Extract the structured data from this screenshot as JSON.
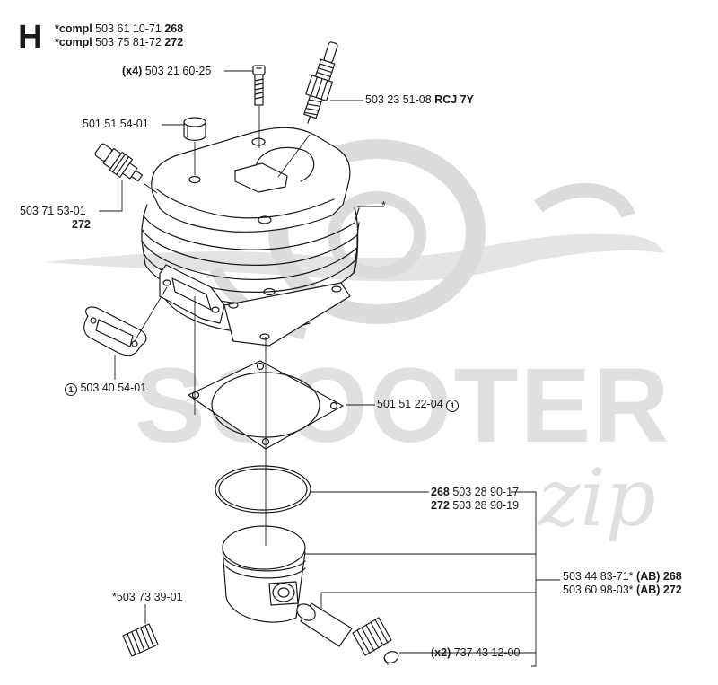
{
  "section": {
    "letter": "H"
  },
  "header": {
    "line1": {
      "prefix": "*compl",
      "number": "503 61 10-71",
      "model": "268"
    },
    "line2": {
      "prefix": "*compl",
      "number": "503 75 81-72",
      "model": "272"
    }
  },
  "watermark": {
    "text": "SCOOTER",
    "script": "zip",
    "color": "#d9d9d9"
  },
  "parts": {
    "screw": {
      "qty": "(x4)",
      "number": "503 21 60-25"
    },
    "spark_plug": {
      "number": "503 23 51-08",
      "type": "RCJ 7Y"
    },
    "plug_cap": {
      "number": "501 51 54-01"
    },
    "decomp_valve": {
      "number": "503 71 53-01",
      "model": "272"
    },
    "cylinder": {
      "mark": "*"
    },
    "exhaust_gasket": {
      "symbol": "1",
      "number": "503 40 54-01"
    },
    "base_gasket": {
      "number": "501 51 22-04",
      "symbol": "1"
    },
    "piston_ring": {
      "line1": {
        "model": "268",
        "number": "503 28 90-17"
      },
      "line2": {
        "model": "272",
        "number": "503 28 90-19"
      }
    },
    "piston_kit": {
      "line1": {
        "number": "503 44 83-71*",
        "code": "(AB)",
        "model": "268"
      },
      "line2": {
        "number": "503 60 98-03*",
        "code": "(AB)",
        "model": "272"
      }
    },
    "needle_bearing_small": {
      "number": "*503 73 39-01"
    },
    "circlip": {
      "qty": "(x2)",
      "number": "737 43 12-00"
    }
  },
  "colors": {
    "ink": "#1a1a1a",
    "watermark": "#d9d9d9"
  }
}
